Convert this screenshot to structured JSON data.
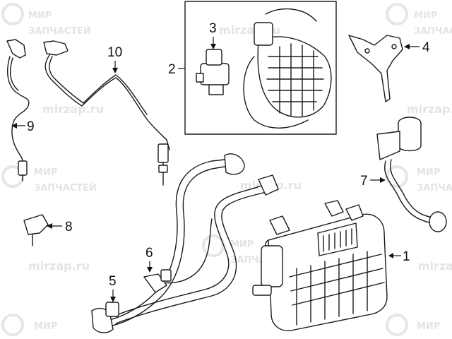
{
  "watermark": {
    "brand_top": "МИР",
    "brand_bottom": "ЗАПЧАСТЕЙ",
    "site": "mirzap.ru"
  },
  "callouts": [
    {
      "id": "1",
      "label": "1"
    },
    {
      "id": "2",
      "label": "2"
    },
    {
      "id": "3",
      "label": "3"
    },
    {
      "id": "4",
      "label": "4"
    },
    {
      "id": "5",
      "label": "5"
    },
    {
      "id": "6",
      "label": "6"
    },
    {
      "id": "7",
      "label": "7"
    },
    {
      "id": "8",
      "label": "8"
    },
    {
      "id": "9",
      "label": "9"
    },
    {
      "id": "10",
      "label": "10"
    }
  ],
  "colors": {
    "line": "#1a1a1a",
    "watermark": "#e4e4e4",
    "background": "#ffffff"
  }
}
